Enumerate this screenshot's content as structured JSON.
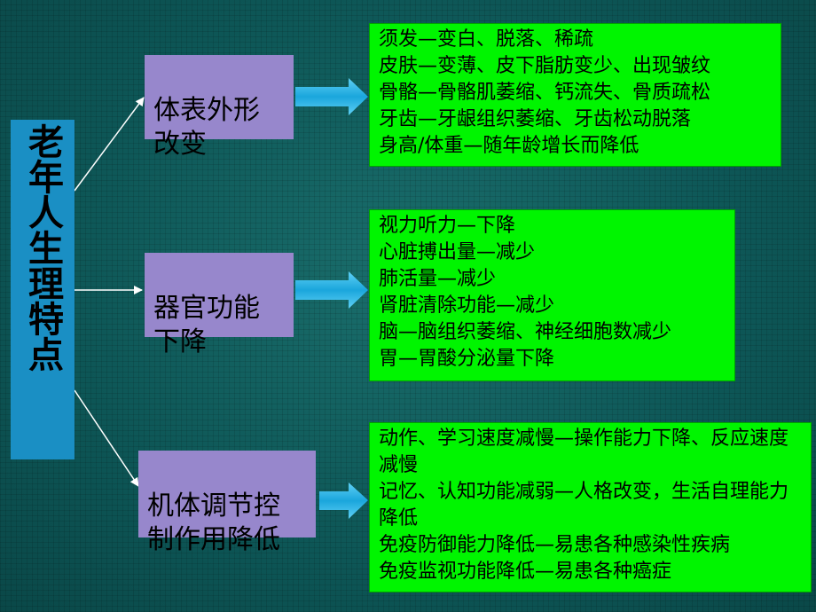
{
  "title": "老年人生理特点",
  "categories": [
    {
      "label": "体表外形\n改变",
      "details": [
        "须发—变白、脱落、稀疏",
        "皮肤—变薄、皮下脂肪变少、出现皱纹",
        "骨骼—骨骼肌萎缩、钙流失、骨质疏松",
        "牙齿—牙龈组织萎缩、牙齿松动脱落",
        "身高/体重—随年龄增长而降低"
      ]
    },
    {
      "label": "器官功能\n下降",
      "details": [
        "视力听力—下降",
        "心脏搏出量—减少",
        "肺活量—减少",
        "肾脏清除功能—减少",
        "脑—脑组织萎缩、神经细胞数减少",
        "胃—胃酸分泌量下降"
      ]
    },
    {
      "label": "机体调节控\n制作用降低",
      "details": [
        "动作、学习速度减慢—操作能力下降、反应速度减慢",
        "记忆、认知功能减弱—人格改变，生活自理能力降低",
        "免疫防御能力降低—易患各种感染性疾病",
        "免疫监视功能降低—易患各种癌症"
      ]
    }
  ],
  "colors": {
    "title_box": "#1a8fc4",
    "category_box": "#9787cc",
    "detail_box": "#00f500",
    "arrow": "#29b6e6",
    "background": "#0e5a5a"
  }
}
